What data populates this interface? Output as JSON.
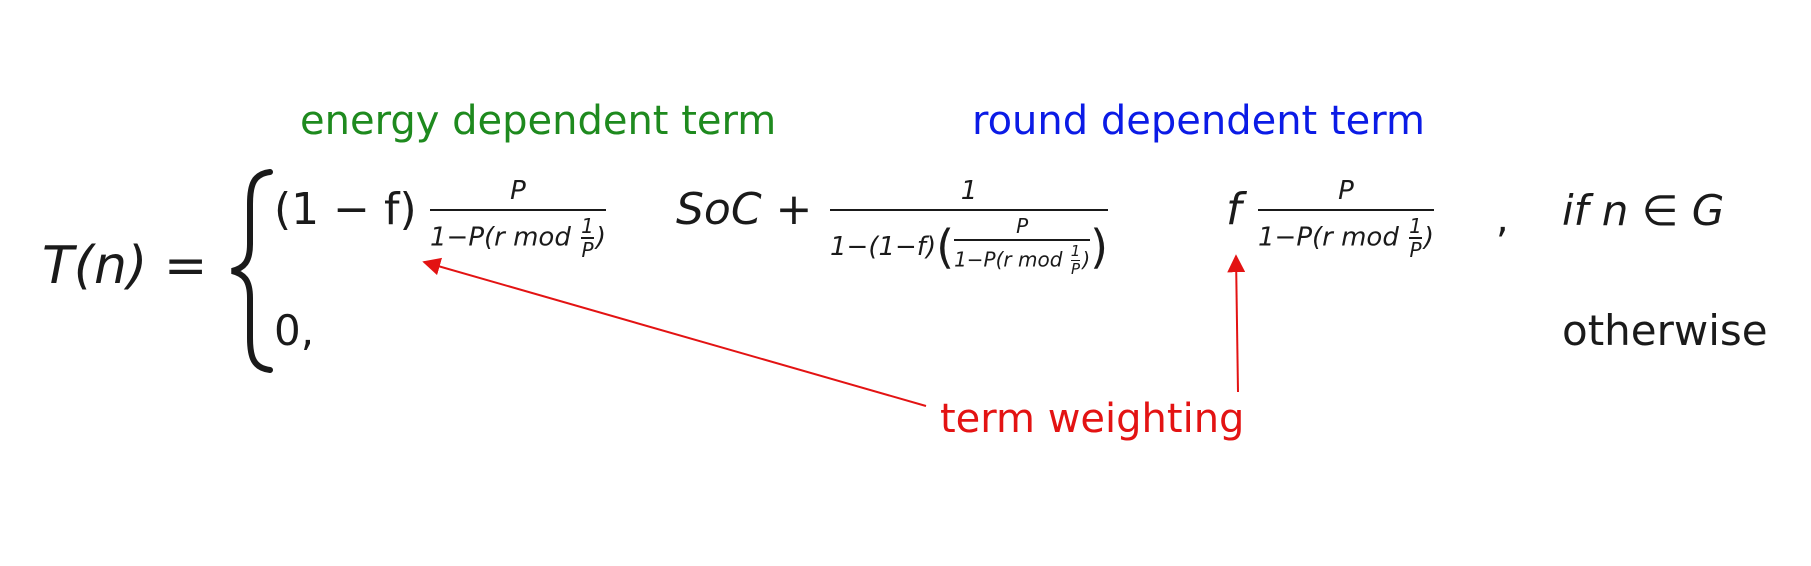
{
  "labels": {
    "energy": "energy dependent term",
    "round": "round dependent term",
    "weighting": "term weighting"
  },
  "equation": {
    "lhs": "T(n) =",
    "case1": {
      "prefix": "(1 − f)",
      "frac1_num": "P",
      "frac1_den": "1−P(r mod ",
      "soc": "SoC +",
      "frac2_num": "1",
      "frac2_den_prefix": "1−(1−f)",
      "inner_num": "P",
      "inner_den": "1−P(r mod ",
      "f": "f",
      "frac3_num": "P",
      "frac3_den": "1−P(r mod ",
      "one": "1",
      "Pv": "P",
      "close": ")",
      "comma": ",",
      "condition": "if n ∈ G"
    },
    "case2": {
      "value": "0,",
      "condition": "otherwise"
    }
  },
  "colors": {
    "energy": "#1e8a1e",
    "round": "#0b1be6",
    "annotation": "#e31313",
    "text": "#1a1a1a"
  }
}
